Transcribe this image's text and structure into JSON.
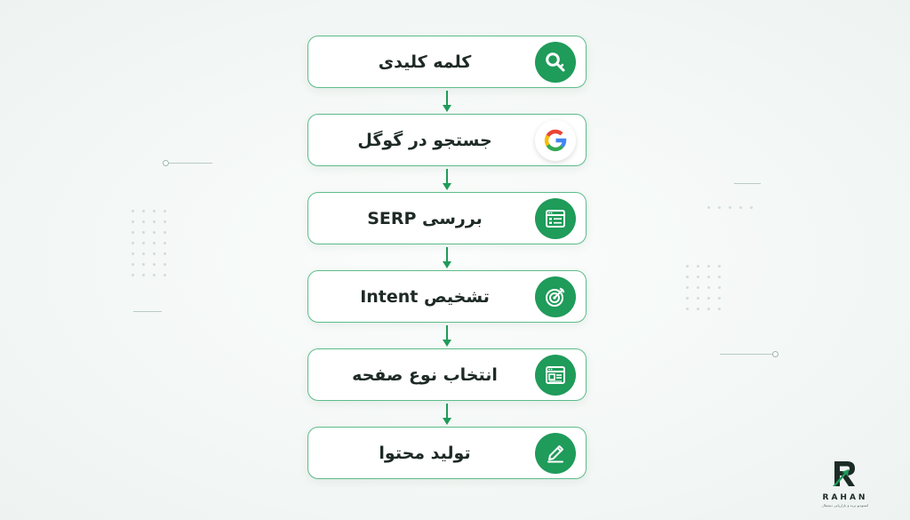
{
  "steps": [
    {
      "label": "کلمه کلیدی",
      "icon": "key-icon"
    },
    {
      "label": "جستجو در گوگل",
      "icon": "google-icon"
    },
    {
      "label": "بررسی SERP",
      "icon": "browser-window-icon"
    },
    {
      "label": "تشخیص Intent",
      "icon": "target-icon"
    },
    {
      "label": "انتخاب نوع صفحه",
      "icon": "web-page-layout-icon"
    },
    {
      "label": "تولید محتوا",
      "icon": "pencil-icon"
    }
  ],
  "brand": {
    "name": "RAHAN",
    "tagline": "استودیو برند و بازاریابی دیجیتال"
  },
  "colors": {
    "accent": "#1f9b5a",
    "border": "#5cbc8a",
    "text": "#1e2a25",
    "background": "#f3f7f5"
  }
}
